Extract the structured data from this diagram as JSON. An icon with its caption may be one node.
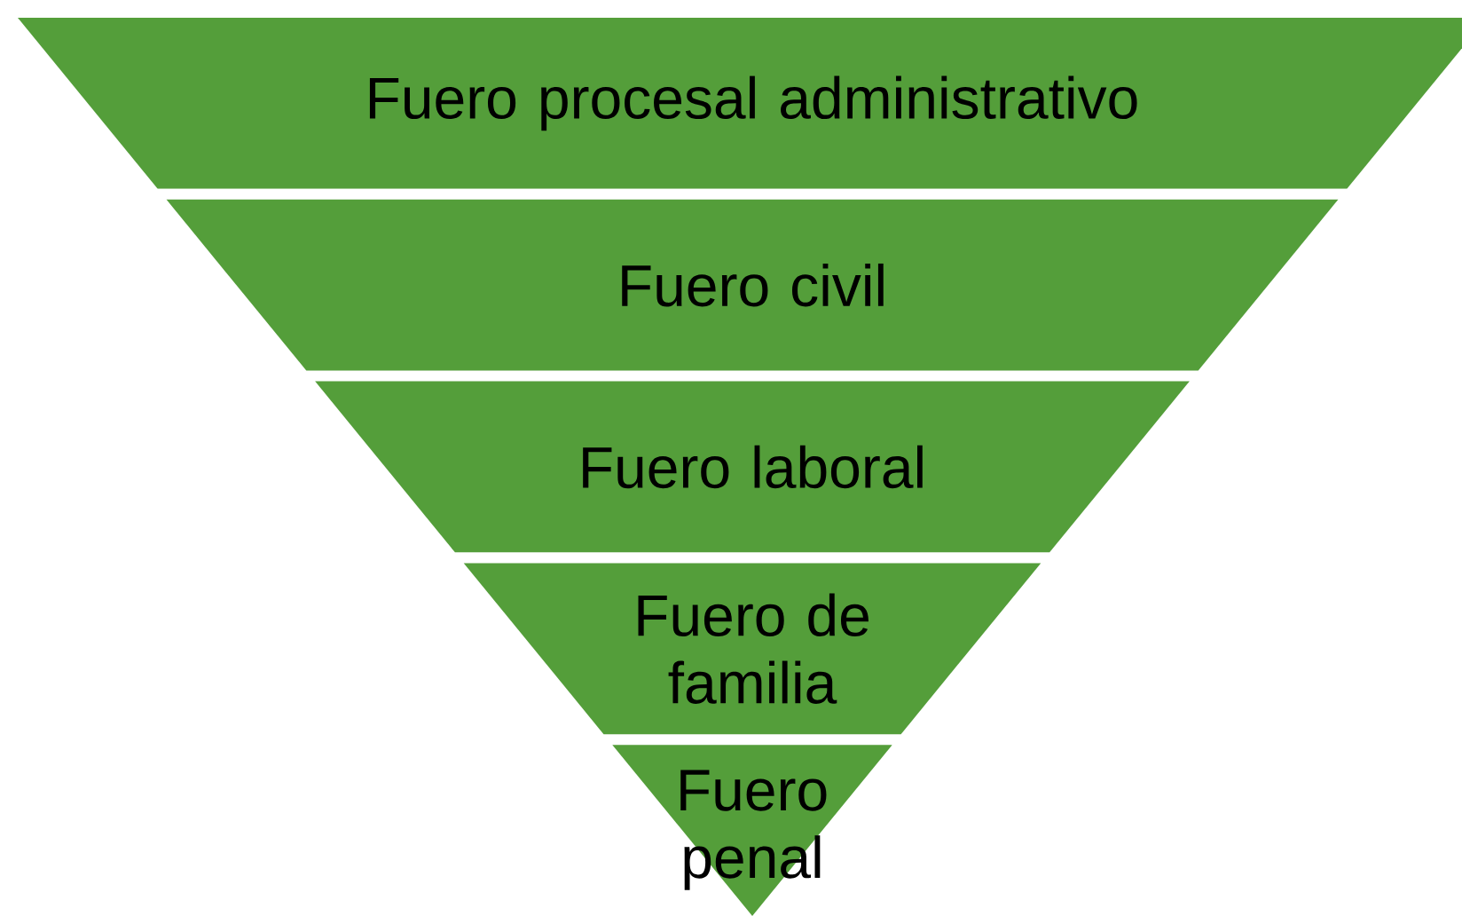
{
  "diagram": {
    "nodes": [
      {
        "text": [
          "Fuero procesal administrativo"
        ]
      },
      {
        "text": [
          "Fuero civil"
        ]
      },
      {
        "text": [
          "Fuero laboral"
        ]
      },
      {
        "text": [
          "Fuero de familia"
        ]
      },
      {
        "text": [
          "Fuero penal"
        ]
      }
    ]
  }
}
